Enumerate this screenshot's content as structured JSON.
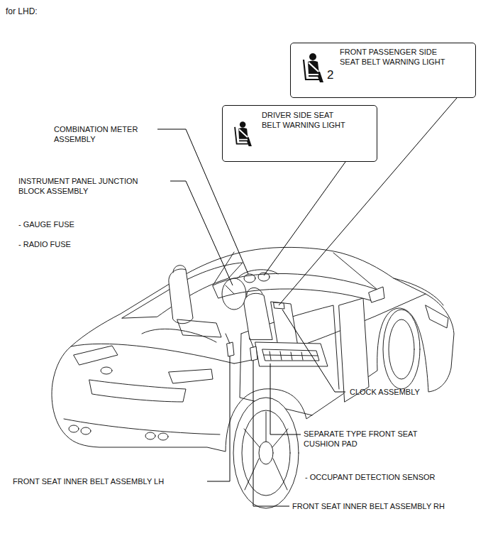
{
  "diagram": {
    "nodes": [
      {
        "text": [
          "FRONT PASSENGER SIDE SEAT BELT WARNING LIGHT",
          "2"
        ]
      },
      {
        "text": [
          "DRIVER SIDE SEAT BELT WARNING LIGHT"
        ]
      }
    ],
    "labels": [
      "for LHD:",
      "COMBINATION METER ASSEMBLY",
      "INSTRUMENT PANEL JUNCTION BLOCK ASSEMBLY",
      "- GAUGE FUSE",
      "- RADIO FUSE",
      "CLOCK ASSEMBLY",
      "SEPARATE TYPE FRONT SEAT CUSHION PAD",
      "- OCCUPANT DETECTION SENSOR",
      "FRONT SEAT INNER BELT ASSEMBLY LH",
      "FRONT SEAT INNER BELT ASSEMBLY RH"
    ]
  }
}
